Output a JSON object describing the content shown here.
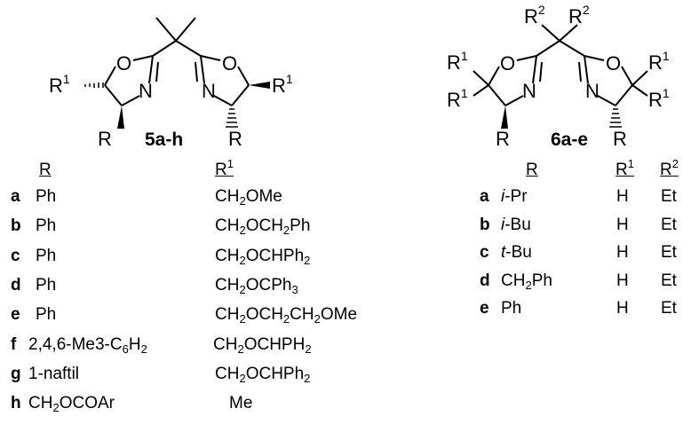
{
  "left": {
    "compound_id": "5a-h",
    "atoms": {
      "o": "O",
      "n": "N",
      "r": "R",
      "r1": "R",
      "r1_sup": "1"
    },
    "header_r": "R",
    "header_r1": "R",
    "header_r1_sup": "1",
    "rows": [
      {
        "label": "a",
        "r": [
          "Ph"
        ],
        "r1": [
          "CH",
          "2",
          "OMe"
        ]
      },
      {
        "label": "b",
        "r": [
          "Ph"
        ],
        "r1": [
          "CH",
          "2",
          "OCH",
          "2",
          "Ph"
        ]
      },
      {
        "label": "c",
        "r": [
          "Ph"
        ],
        "r1": [
          "CH",
          "2",
          "OCHPh",
          "2",
          ""
        ]
      },
      {
        "label": "d",
        "r": [
          "Ph"
        ],
        "r1": [
          "CH",
          "2",
          "OCPh",
          "3",
          ""
        ]
      },
      {
        "label": "e",
        "r": [
          "Ph"
        ],
        "r1": [
          "CH",
          "2",
          "OCH",
          "2",
          "CH",
          "2",
          "OMe"
        ]
      },
      {
        "label": "f",
        "r": [
          "2,4,6-Me3-C",
          "6",
          "H",
          "2",
          ""
        ],
        "r1": [
          "CH",
          "2",
          "OCHPH",
          "2",
          ""
        ]
      },
      {
        "label": "g",
        "r": [
          "1-naftil"
        ],
        "r1": [
          "CH",
          "2",
          "OCHPh",
          "2",
          ""
        ]
      },
      {
        "label": "h",
        "r": [
          "CH",
          "2",
          "OCOAr"
        ],
        "r1": [
          "Me"
        ]
      }
    ]
  },
  "right": {
    "compound_id": "6a-e",
    "atoms": {
      "o": "O",
      "n": "N",
      "r": "R",
      "r1": "R",
      "r1_sup": "1",
      "r2": "R",
      "r2_sup": "2"
    },
    "header_r": "R",
    "header_r1": "R",
    "header_r1_sup": "1",
    "header_r2": "R",
    "header_r2_sup": "2",
    "rows": [
      {
        "label": "a",
        "r_prefix": "i",
        "r_rest": [
          "-Pr"
        ],
        "r1": "H",
        "r2": "Et"
      },
      {
        "label": "b",
        "r_prefix": "i",
        "r_rest": [
          "-Bu"
        ],
        "r1": "H",
        "r2": "Et"
      },
      {
        "label": "c",
        "r_prefix": "t",
        "r_rest": [
          "-Bu"
        ],
        "r1": "H",
        "r2": "Et"
      },
      {
        "label": "d",
        "r_prefix": "",
        "r_rest": [
          "CH",
          "2",
          "Ph"
        ],
        "r1": "H",
        "r2": "Et"
      },
      {
        "label": "e",
        "r_prefix": "",
        "r_rest": [
          "Ph"
        ],
        "r1": "H",
        "r2": "Et"
      }
    ]
  }
}
